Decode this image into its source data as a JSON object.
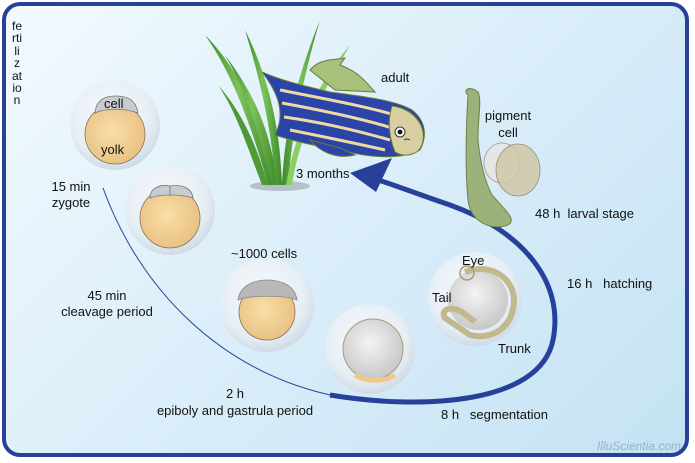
{
  "diagram": {
    "title": "Zebrafish life cycle",
    "side_label": "fertilization",
    "stages": [
      {
        "id": "zygote",
        "time": "15 min",
        "name": "zygote",
        "parts": [
          "cell",
          "yolk"
        ]
      },
      {
        "id": "cleavage",
        "time": "45 min",
        "name": "cleavage period"
      },
      {
        "id": "blastula",
        "name": "~1000 cells"
      },
      {
        "id": "gastrula",
        "time": "2 h",
        "name": "epiboly and gastrula period"
      },
      {
        "id": "segmentation",
        "time": "8 h",
        "name": "segmentation",
        "parts": [
          "Eye",
          "Tail",
          "Trunk"
        ]
      },
      {
        "id": "hatching",
        "time": "16 h",
        "name": "hatching"
      },
      {
        "id": "larval",
        "time": "48 h",
        "name": "larval stage",
        "parts": [
          "pigment cell"
        ]
      },
      {
        "id": "adult",
        "time": "3 months",
        "name": "adult"
      }
    ],
    "labels": {
      "cell": "cell",
      "yolk": "yolk",
      "zygote_time": "15 min",
      "zygote_name": "zygote",
      "cleavage_time": "45 min",
      "cleavage_name": "cleavage period",
      "blastula": "~1000 cells",
      "gastrula_time": "2 h",
      "gastrula_name": "epiboly and gastrula period",
      "segmentation": "8 h   segmentation",
      "hatching": "16 h   hatching",
      "eye": "Eye",
      "tail": "Tail",
      "trunk": "Trunk",
      "pigment_line1": "pigment",
      "pigment_line2": "cell",
      "larval": "48 h  larval stage",
      "adult": "adult",
      "adult_time": "3 months"
    },
    "watermark": "IlluScientia.com",
    "colors": {
      "frame": "#27409a",
      "arrow": "#27409a",
      "yolk": "#f0c98a",
      "cell": "#c8cbd0",
      "membrane": "#e4edf4",
      "larva": "#9db27a",
      "fish_blue": "#2a44a8",
      "fish_stripe": "#efd9a6",
      "plant": "#5aa83c"
    }
  }
}
